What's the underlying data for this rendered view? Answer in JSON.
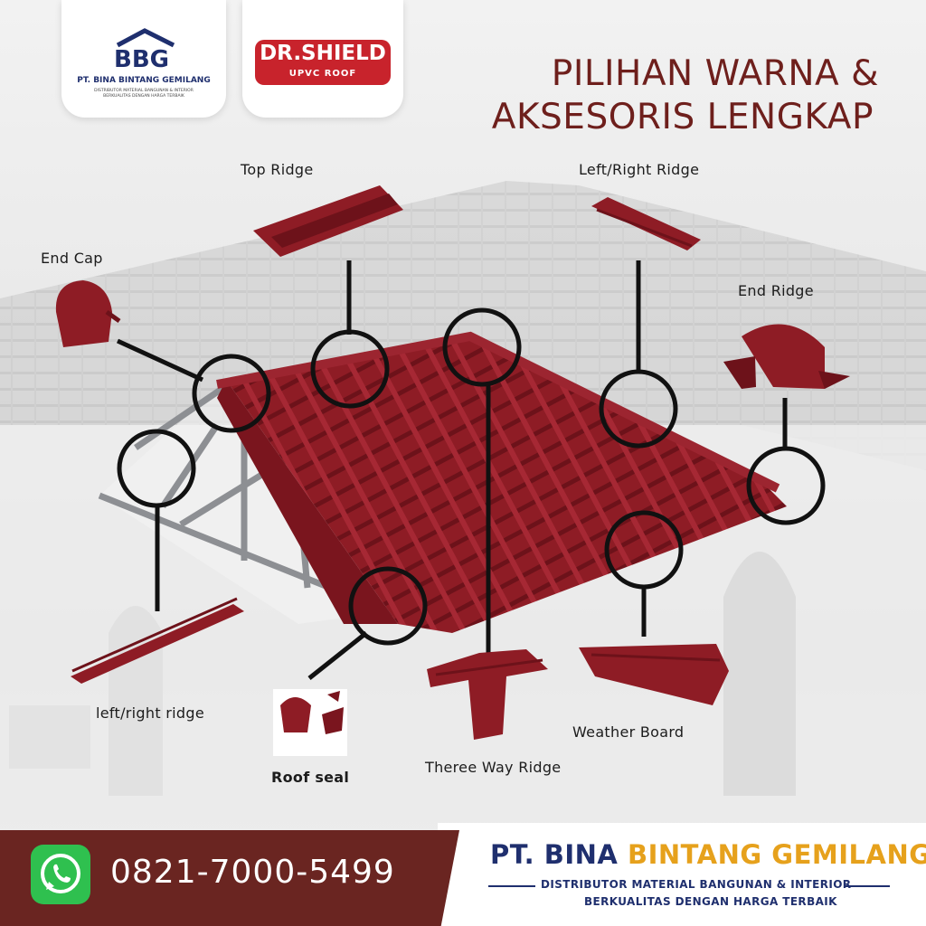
{
  "colors": {
    "brand_red": "#6a2521",
    "tile_red": "#8e1c25",
    "navy": "#1f2f6e",
    "gold": "#e6a11c",
    "whatsapp": "#2fc04f"
  },
  "logos": {
    "bbg_mark": "BBG",
    "bbg_name": "PT. BINA BINTANG GEMILANG",
    "bbg_tagline": "DISTRIBUTOR MATERIAL BANGUNAN & INTERIOR BERKUALITAS DENGAN HARGA TERBAIK",
    "drshield_name": "DR.SHIELD",
    "drshield_sub": "UPVC ROOF"
  },
  "headline": {
    "line1": "PILIHAN WARNA &",
    "line2": "AKSESORIS LENGKAP"
  },
  "parts": {
    "top_ridge": "Top Ridge",
    "left_right_ridge_top": "Left/Right Ridge",
    "end_cap": "End Cap",
    "end_ridge": "End Ridge",
    "left_right_ridge_bottom": "left/right ridge",
    "roof_seal": "Roof seal",
    "three_way_ridge": "Theree Way Ridge",
    "weather_board": "Weather Board"
  },
  "footer": {
    "contact_icon": "whatsapp-icon",
    "phone": "0821-7000-5499",
    "company_part1": "PT. BINA",
    "company_part2": "BINTANG GEMILANG",
    "tagline1": "DISTRIBUTOR MATERIAL BANGUNAN & INTERIOR",
    "tagline2": "BERKUALITAS DENGAN HARGA TERBAIK"
  }
}
